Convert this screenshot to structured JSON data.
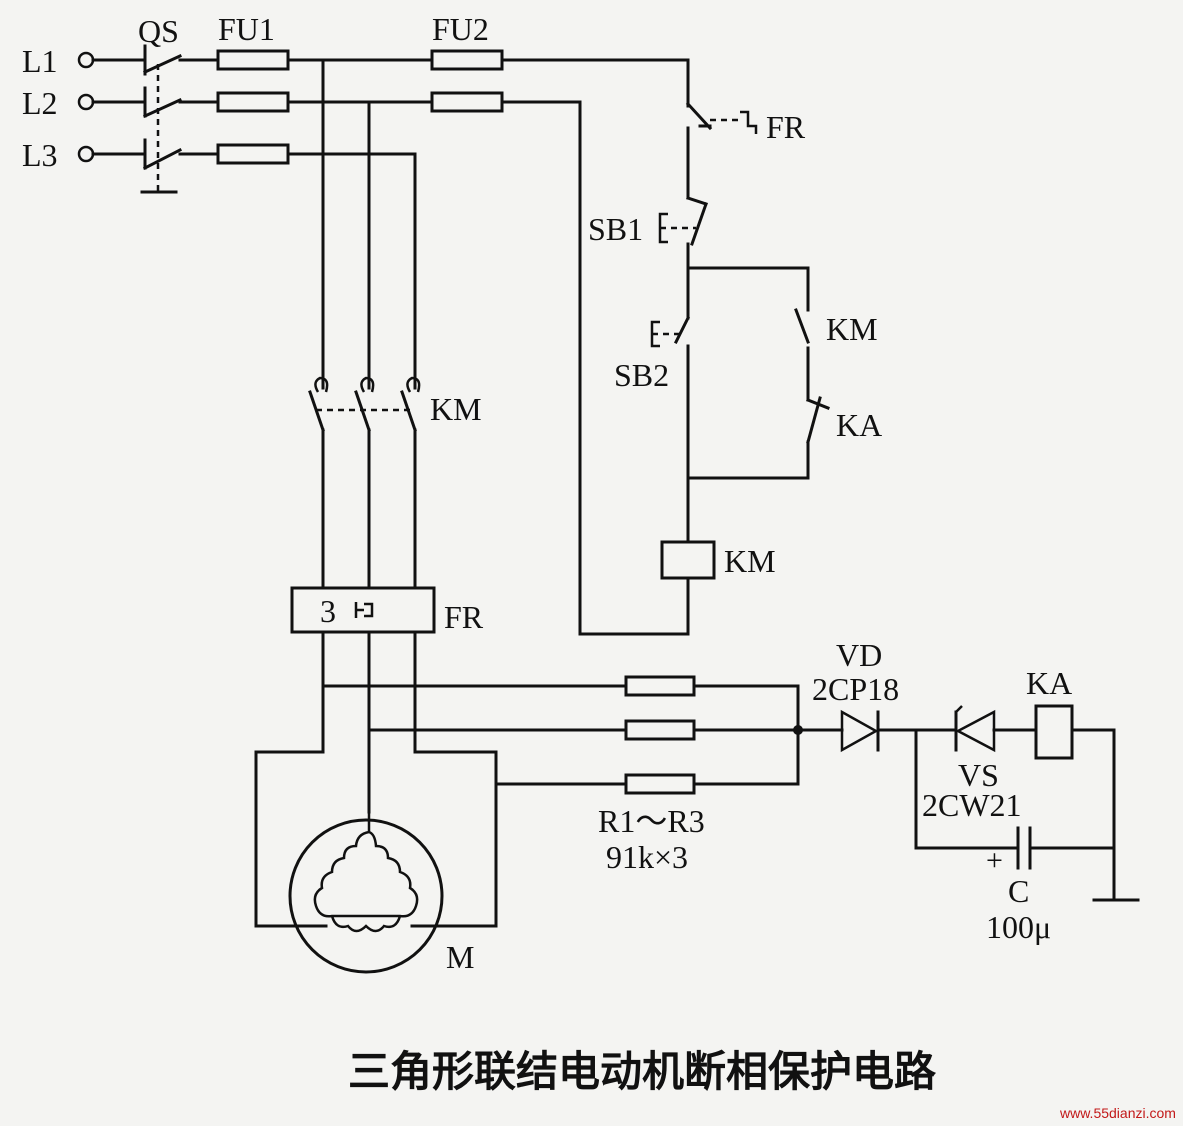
{
  "caption": "三角形联结电动机断相保护电路",
  "watermark": "www.55dianzi.com",
  "labels": {
    "L1": "L1",
    "L2": "L2",
    "L3": "L3",
    "QS": "QS",
    "FU1": "FU1",
    "FU2": "FU2",
    "FR_contact": "FR",
    "SB1": "SB1",
    "SB2": "SB2",
    "KM_aux": "KM",
    "KA_contact": "KA",
    "KM_main": "KM",
    "KM_coil": "KM",
    "FR_relay": "FR",
    "FR_relay_inner": "3",
    "VD": "VD",
    "VD_model": "2CP18",
    "KA_coil": "KA",
    "VS": "VS",
    "VS_model": "2CW21",
    "R_name": "R1～R3",
    "R_value": "91k×3",
    "C_name": "C",
    "C_value": "100μ",
    "C_polarity": "+",
    "M": "M"
  }
}
